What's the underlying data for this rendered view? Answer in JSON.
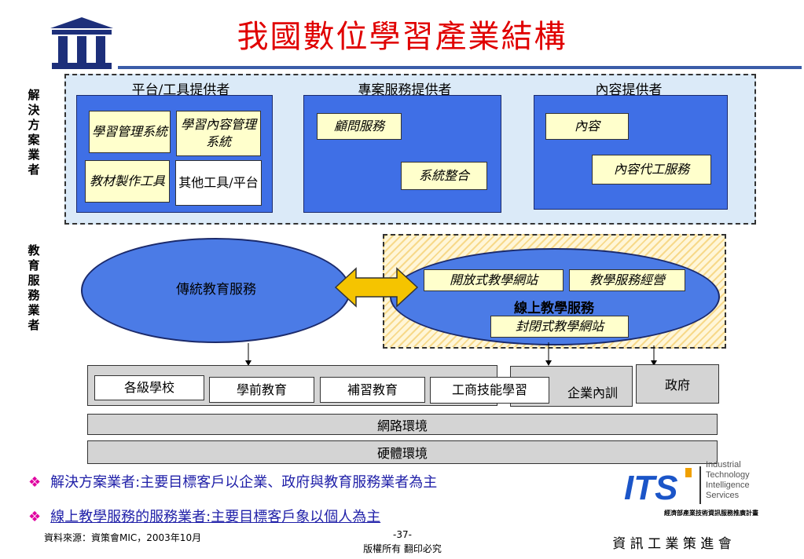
{
  "title": "我國數位學習產業結構",
  "side_labels": {
    "solution": "解決方案業者",
    "education": "教育服務業者"
  },
  "solution_panel": {
    "groups": [
      {
        "title": "平台/工具提供者",
        "items": [
          {
            "text": "學習管理系統",
            "style": "cream"
          },
          {
            "text": "學習內容管理系統",
            "style": "cream"
          },
          {
            "text": "教材製作工具",
            "style": "cream"
          },
          {
            "text": "其他工具/平台",
            "style": "white"
          }
        ]
      },
      {
        "title": "專案服務提供者",
        "items": [
          {
            "text": "顧問服務",
            "style": "cream"
          },
          {
            "text": "系統整合",
            "style": "cream"
          }
        ]
      },
      {
        "title": "內容提供者",
        "items": [
          {
            "text": "內容",
            "style": "cream"
          },
          {
            "text": "內容代工服務",
            "style": "cream"
          }
        ]
      }
    ]
  },
  "education": {
    "traditional": "傳統教育服務",
    "online_title": "線上教學服務",
    "online_items": [
      "開放式教學網站",
      "教學服務經營",
      "封閉式教學網站"
    ]
  },
  "targets": [
    "各級學校",
    "學前教育",
    "補習教育",
    "工商技能學習",
    "企業內訓",
    "政府"
  ],
  "layers": [
    "網路環境",
    "硬體環境"
  ],
  "bullets": [
    "解決方案業者:主要目標客戶以企業、政府與教育服務業者為主",
    "線上教學服務的服務業者:主要目標客戶象以個人為主"
  ],
  "footer": {
    "source": "資料來源：資策會MIC，2003年10月",
    "page": "-37-",
    "copyright": "版權所有 翻印必究",
    "org": "資 訊 工 業 策 進 會"
  },
  "itis": {
    "lines": [
      "Industrial",
      "Technology",
      "Intelligence",
      "Services"
    ],
    "caption": "經濟部產業技術資訊服務推廣計畫"
  },
  "colors": {
    "title": "#e00000",
    "blue_box": "#3f6fe6",
    "cream": "#ffffcc",
    "bullet_text": "#1f1fa8",
    "arrow": "#f5c400"
  }
}
